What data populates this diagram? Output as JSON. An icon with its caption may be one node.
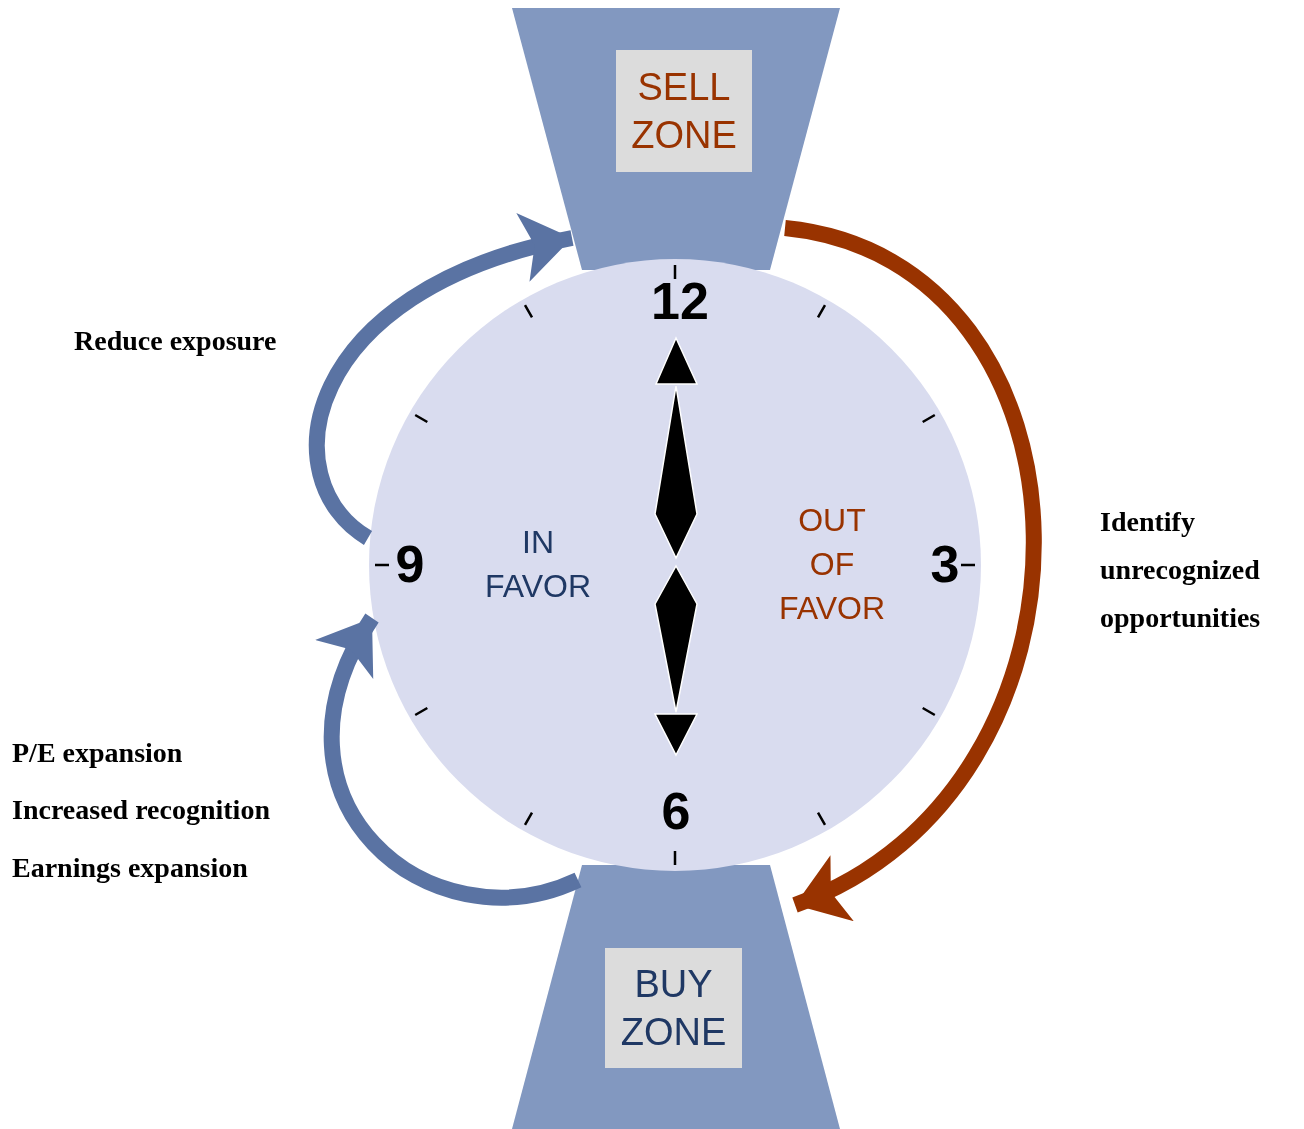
{
  "diagram": {
    "nodes": [
      {
        "text": [
          "SELL ZONE"
        ]
      },
      {
        "text": [
          "BUY ZONE"
        ]
      },
      {
        "text": [],
        "shape": "circle"
      }
    ],
    "edges": [
      {
        "from": 2,
        "to": 0,
        "arrow": "to"
      },
      {
        "from": 0,
        "to": 1,
        "arrow": "to",
        "color": "#993300"
      },
      {
        "from": 1,
        "to": 2,
        "arrow": "to"
      }
    ],
    "labels": [
      "12",
      "Reduce exposure",
      "9",
      "IN FAVOR",
      "OUT OF FAVOR",
      "3",
      "Identify unrecognized opportunities",
      "P/E expansion",
      "Increased recognition",
      "Earnings expansion",
      "6"
    ]
  }
}
